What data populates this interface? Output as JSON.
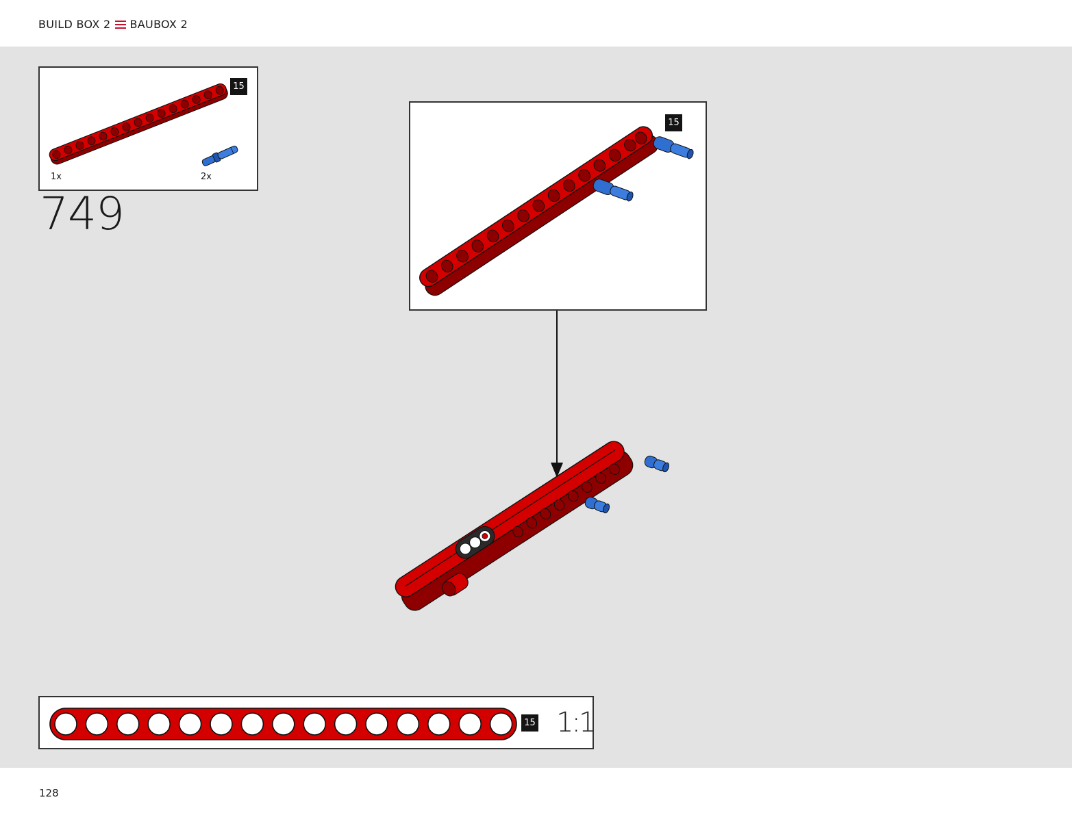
{
  "header": {
    "title_left": "BUILD BOX 2",
    "title_right": "BAUBOX 2",
    "icon": "menu-lines-icon",
    "accent_color": "#c8102e"
  },
  "step": {
    "number": "749"
  },
  "parts_list": {
    "items": [
      {
        "part": "red-15-hole-beam",
        "length_badge": "15",
        "quantity": "1x"
      },
      {
        "part": "blue-axle-pin",
        "quantity": "2x"
      }
    ]
  },
  "callout": {
    "length_badge": "15"
  },
  "ruler": {
    "length_badge": "15",
    "scale": "1:1",
    "holes": 15
  },
  "footer": {
    "page_number": "128"
  },
  "colors": {
    "beam_red": "#d40000",
    "pin_blue": "#2f6fd1",
    "stage_gray": "#e3e3e3",
    "badge_black": "#141414"
  }
}
